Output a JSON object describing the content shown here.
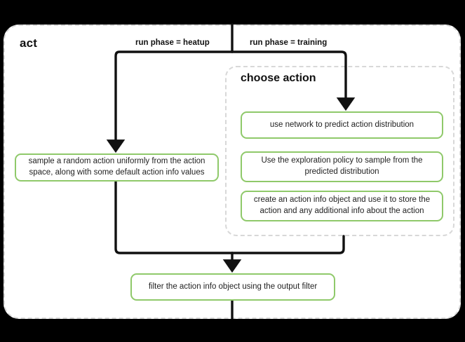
{
  "diagram": {
    "title": "act",
    "group": {
      "title": "choose action"
    },
    "edge_labels": {
      "heatup": "run phase = heatup",
      "training": "run phase = training"
    },
    "nodes": {
      "sample": "sample a random action uniformly from the action space, along with some default action info values",
      "predict": "use network to predict action distribution",
      "explore": "Use the exploration policy to sample from the predicted distribution",
      "create": "create an action info object and use it to store the action and any additional info about the action",
      "filter": "filter the action info object using the output filter"
    },
    "colors": {
      "node_border": "#8fc96a",
      "node_fill": "#ffffff",
      "edge": "#111111",
      "dashed_border": "#d8d8d8",
      "canvas": "#000000",
      "card": "#ffffff"
    }
  }
}
